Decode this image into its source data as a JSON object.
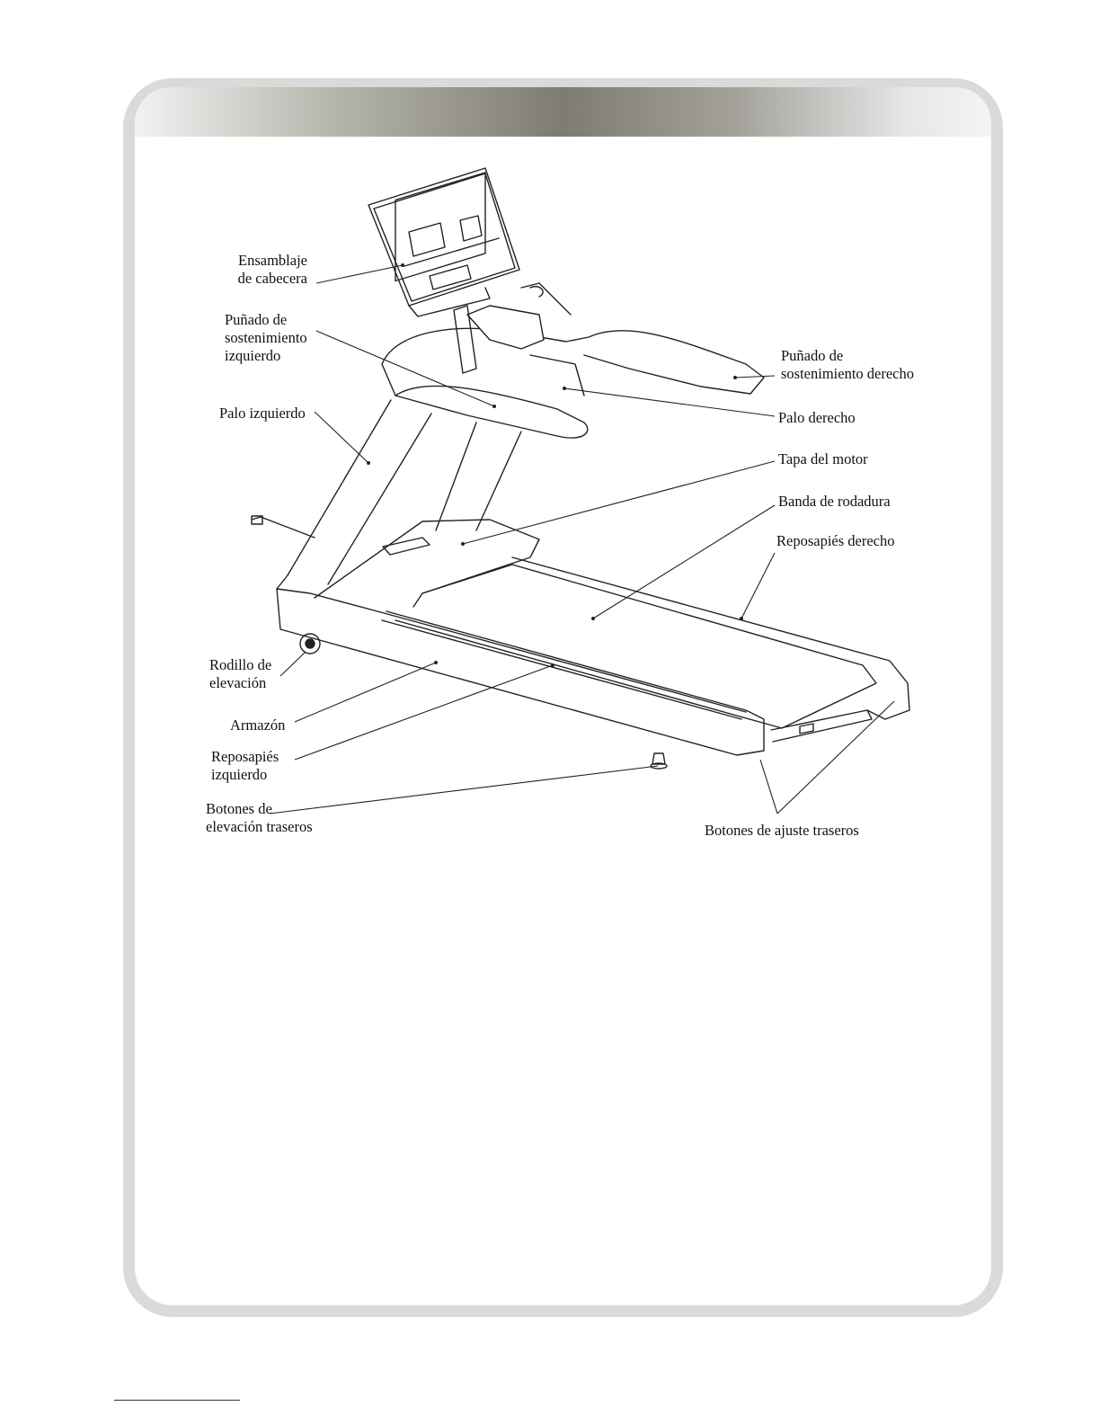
{
  "labels": {
    "head_assembly": "Ensamblaje\nde cabecera",
    "left_grip": "Puñado de\nsostenimiento\nizquierdo",
    "left_post": "Palo izquierdo",
    "lift_roller": "Rodillo de\nelevación",
    "frame": "Armazón",
    "left_footrest": "Reposapiés\nizquierdo",
    "rear_lift_buttons": "Botones de\nelevación traseros",
    "right_grip": "Puñado de\nsostenimiento derecho",
    "right_post": "Palo derecho",
    "motor_cover": "Tapa del motor",
    "running_belt": "Banda de rodadura",
    "right_footrest": "Reposapiés derecho",
    "rear_adjust_buttons": "Botones de ajuste traseros"
  },
  "colors": {
    "frame": "#dadada",
    "banner_mid": "#7e7b73",
    "line": "#222222"
  }
}
